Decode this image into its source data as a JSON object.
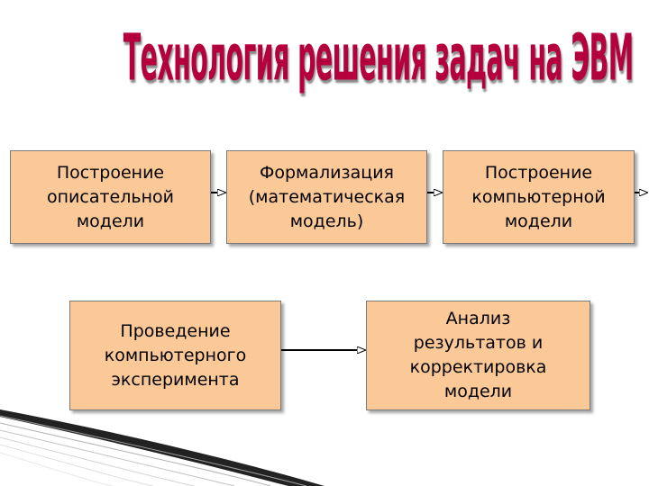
{
  "title": "Технология  решения  задач  на ЭВМ",
  "steps": [
    {
      "text": "Построение\nописательной\nмодели"
    },
    {
      "text": "Формализация\n(математическая\nмодель)"
    },
    {
      "text": "Построение\nкомпьютерной\nмодели"
    },
    {
      "text": "Проведение\nкомпьютерного\nэксперимента"
    },
    {
      "text": "Анализ\nрезультатов и\nкорректировка\nмодели"
    }
  ],
  "colors": {
    "title": "#b4003c",
    "box_fill": "#fbc898",
    "box_border": "#7a7a7a",
    "arrow": "#000000"
  }
}
